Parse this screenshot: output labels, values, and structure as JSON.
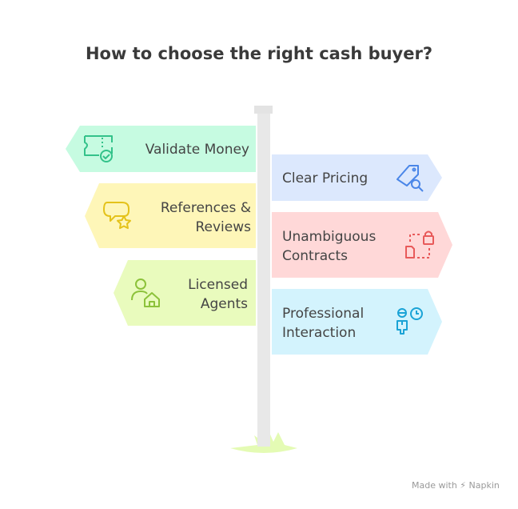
{
  "title": "How to choose the right cash buyer?",
  "signs": {
    "left": [
      {
        "label": "Validate Money",
        "icon": "ticket-check-icon",
        "color": "#c6fbe1",
        "accent": "#33c28a"
      },
      {
        "label": "References & Reviews",
        "icon": "chat-star-icon",
        "color": "#fef6b8",
        "accent": "#e4c21a"
      },
      {
        "label": "Licensed Agents",
        "icon": "person-house-icon",
        "color": "#e9fbbd",
        "accent": "#8cc23a"
      }
    ],
    "right": [
      {
        "label": "Clear Pricing",
        "icon": "tag-search-icon",
        "color": "#dce8fd",
        "accent": "#4a86e8"
      },
      {
        "label": "Unambiguous Contracts",
        "icon": "document-lock-icon",
        "color": "#ffd8d8",
        "accent": "#e85a5a"
      },
      {
        "label": "Professional Interaction",
        "icon": "person-clock-icon",
        "color": "#d3f3fd",
        "accent": "#1aa3d6"
      }
    ]
  },
  "footer": "Made with ⚡ Napkin"
}
